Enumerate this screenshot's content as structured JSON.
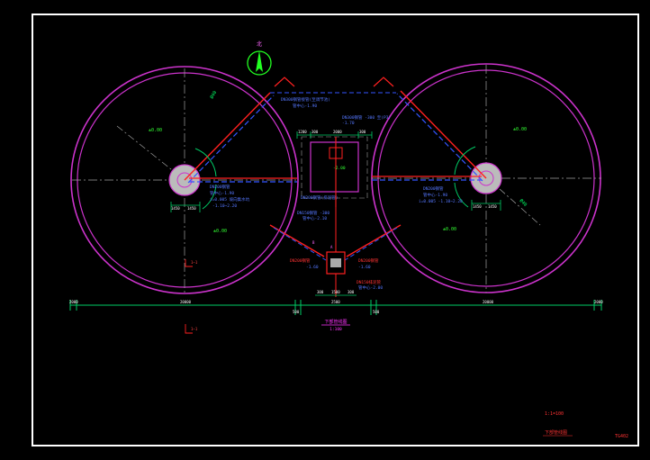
{
  "drawing": {
    "colors": {
      "background": "#000000",
      "frame": "#ffffff",
      "tank_outline": "#cc33cc",
      "dim_line": "#00cc66",
      "centerline": "#a0a0a0",
      "pipe_red": "#ff2020",
      "pipe_blue": "#3355ff",
      "label": "#5577ff",
      "label_red": "#ff3333",
      "level_mark": "#33ff33",
      "title": "#ff33ff",
      "north": "#22ff22"
    },
    "icons": {
      "north": "north-arrow-icon"
    },
    "north_label": "北",
    "left_tank": {
      "diameter_label": "Ø40",
      "pipe_note_1": "DN200钢管",
      "pipe_note_2": "管中心-1.90",
      "pipe_note_3": "i=0.005 坡向集水坑",
      "pipe_note_4": "-1.10~2.20",
      "level_1": "±0.00",
      "level_2": "±0.00",
      "dim_1": "1450",
      "dim_2": "1450"
    },
    "right_tank": {
      "diameter_label": "Ø40",
      "pipe_note_1": "DN200钢管",
      "pipe_note_2": "管中心-1.90",
      "pipe_note_3": "i=0.005 -1.10~2.20",
      "level_1": "±0.00",
      "level_2": "±0.00",
      "dim_1": "1450",
      "dim_2": "1450"
    },
    "center": {
      "pipe_top_1": "DN300钢管接管(至调节池)",
      "pipe_top_2": "管中心-1.90",
      "pipe_mid_1": "DN300钢管 -300 至(P3)",
      "pipe_mid_2": "-1.70",
      "pipe_low_1": "DN200钢管(排泥管)",
      "pipe_low_2": "DN150钢管 -300",
      "pipe_low_3": "管中心-2.10",
      "box_level": "-2.00",
      "dims_top": [
        "1200",
        "300",
        "2000",
        "300"
      ],
      "well_label_1": "DN200钢管",
      "well_label_2": "-1.60",
      "well_label_3": "DN200钢管",
      "well_label_4": "-1.60",
      "well_dims": [
        "300",
        "1500",
        "300"
      ],
      "drain_note_1": "DN150排泥管",
      "drain_note_2": "管中心-2.00",
      "small_marks": [
        "A",
        "B"
      ]
    },
    "dimension_line": {
      "left": "2000",
      "seg_1": "20000",
      "seg_2": "500",
      "seg_3": "2500",
      "seg_4": "500",
      "seg_5": "20000",
      "right": "2000"
    },
    "section_marks": [
      "1—1",
      "1—1"
    ],
    "drawing_title": "下部管线图",
    "drawing_scale": "1:100",
    "title_block": {
      "ratio": "1:1=100",
      "name": "下部管线图",
      "number": "TG402"
    }
  }
}
